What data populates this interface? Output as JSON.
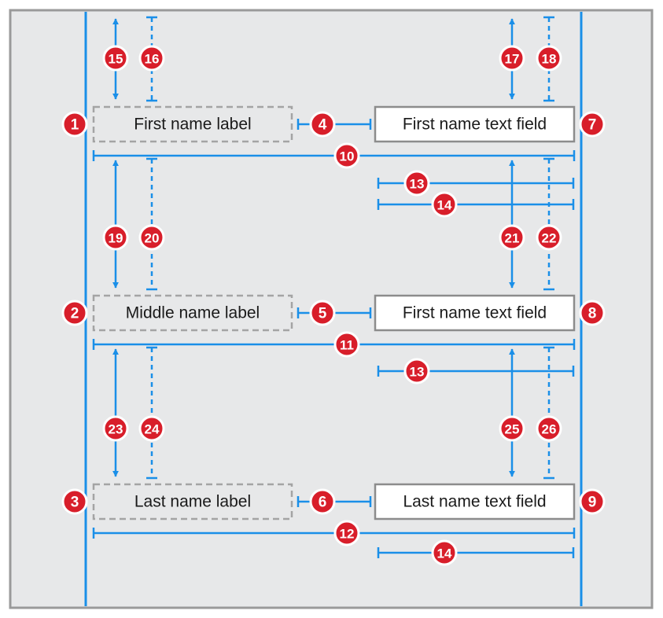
{
  "colors": {
    "background": "#e7e8e9",
    "frame": "#9a9a9a",
    "guide": "#1a8fe8",
    "badge": "#d81e2a",
    "badge_ring": "#ffffff",
    "label_border": "#a4a4a4",
    "field_border": "#8c8c8c",
    "field_fill": "#ffffff",
    "text": "#1a1a1a"
  },
  "rows": [
    {
      "label_text": "First name label",
      "field_text": "First name text field",
      "row_badge": "1",
      "gap_badge": "4",
      "field_badge": "7",
      "width_badge": "10"
    },
    {
      "label_text": "Middle name label",
      "field_text": "First name text field",
      "row_badge": "2",
      "gap_badge": "5",
      "field_badge": "8",
      "width_badge": "11"
    },
    {
      "label_text": "Last name label",
      "field_text": "Last name text field",
      "row_badge": "3",
      "gap_badge": "6",
      "field_badge": "9",
      "width_badge": "12"
    }
  ],
  "field_width_badges": [
    "13",
    "14",
    "13",
    "14"
  ],
  "vertical_badges": [
    "15",
    "16",
    "17",
    "18",
    "19",
    "20",
    "21",
    "22",
    "23",
    "24",
    "25",
    "26"
  ]
}
